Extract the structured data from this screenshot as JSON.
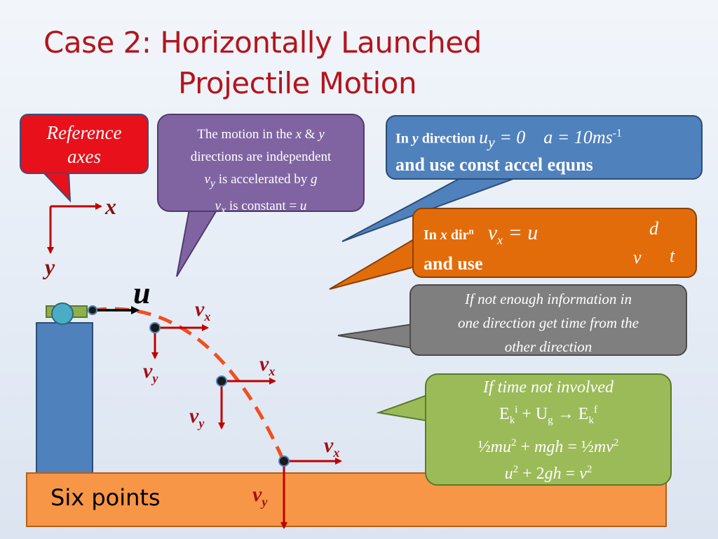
{
  "title": {
    "line1": "Case 2:  Horizontally Launched",
    "line2": "Projectile Motion"
  },
  "reference": {
    "line1": "Reference",
    "line2": "axes",
    "x": "x",
    "y": "y"
  },
  "purple": {
    "line1": "The motion in the x & y",
    "line2": "directions are independent",
    "line3": "vy is accelerated by g",
    "line4": "vx is constant = u"
  },
  "ydir": {
    "label": "In y direction",
    "math": "uy = 0   a = 10ms-1",
    "line2": "and use const accel equns"
  },
  "xdir": {
    "label": "In x dirn",
    "math": "vx = u",
    "line2": "and use",
    "tri_d": "d",
    "tri_v": "v",
    "tri_t": "t"
  },
  "gray": {
    "line1": "If not enough information in",
    "line2": "one direction get time from the",
    "line3": "other direction"
  },
  "green": {
    "line1": "If time not involved",
    "line2": "Eki + Ug → Ekf",
    "line3": "½mu2 + mgh = ½mv2",
    "line4": "u2 + 2gh = v2"
  },
  "launch": {
    "u": "u"
  },
  "vectors": {
    "vx": "vx",
    "vy": "vy"
  },
  "ground": {
    "label": "Six points"
  },
  "colors": {
    "title": "#b4151c",
    "red": "#e8101a",
    "purple": "#8064a2",
    "blue": "#4f81bd",
    "orange": "#e36c0a",
    "gray": "#7f7f7f",
    "green": "#9bbb59",
    "ground": "#f79646",
    "vector": "#c00000"
  }
}
